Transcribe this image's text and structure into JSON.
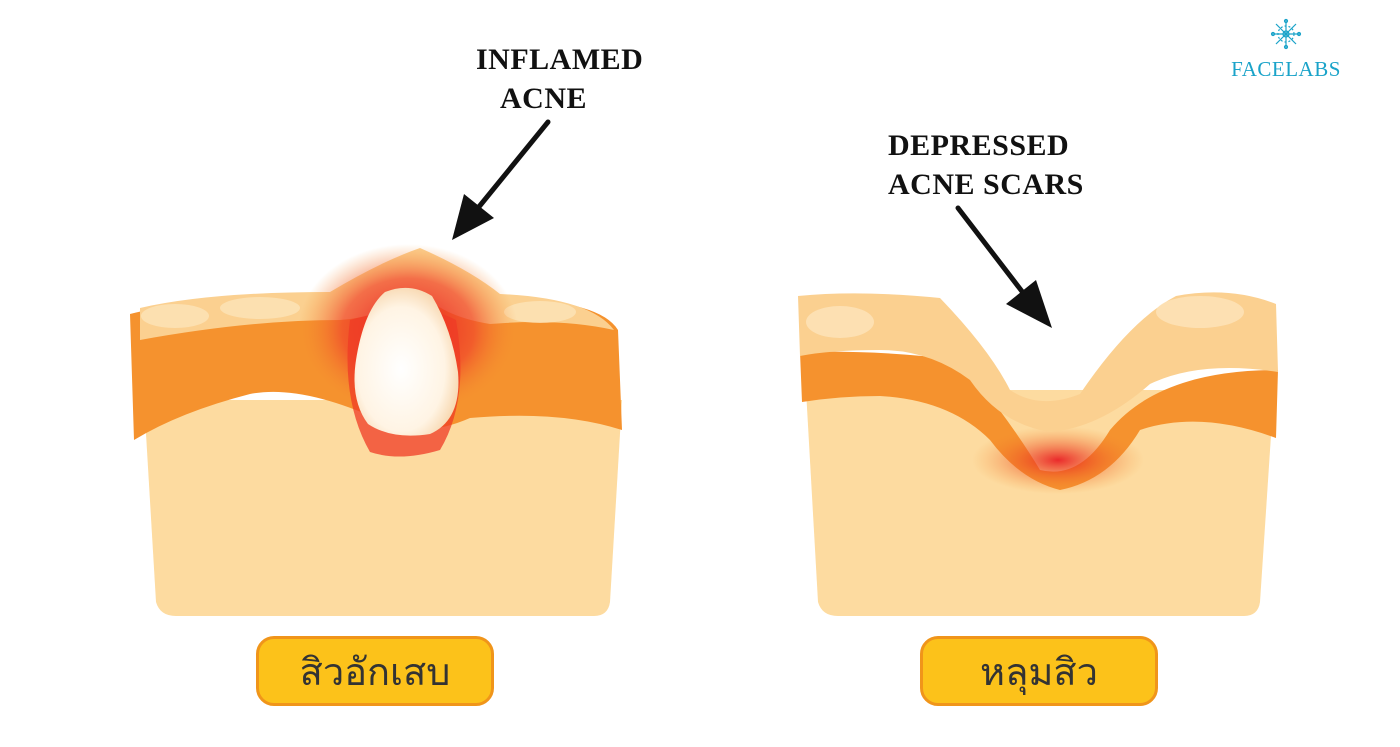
{
  "logo": {
    "text": "FACELABS",
    "icon": "snowflake-mandala-icon",
    "color": "#1aa3c9"
  },
  "panels": {
    "inflamed": {
      "callout_line1": "INFLAMED",
      "callout_line2": "ACNE",
      "label": "สิวอักเสบ"
    },
    "depressed": {
      "callout_line1": "DEPRESSED",
      "callout_line2": "ACNE SCARS",
      "label": "หลุมสิว"
    }
  },
  "colors": {
    "skin_base": "#fddba0",
    "epidermis": "#fbd090",
    "dermis_band": "#f5922e",
    "inflammation": "#ee2a24",
    "pus": "#fff8ee",
    "label_fill": "#fcc21a",
    "label_border": "#f0951a"
  }
}
